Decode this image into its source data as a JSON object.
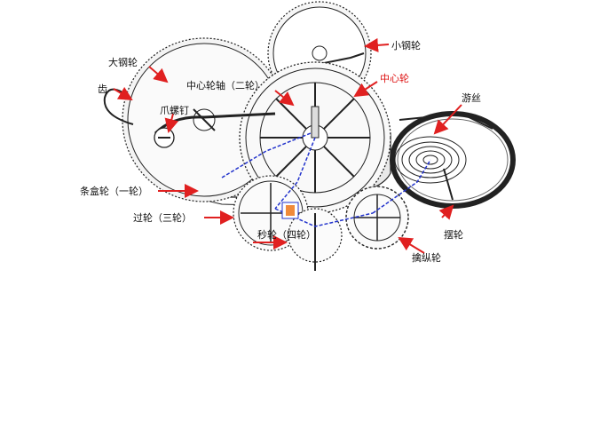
{
  "labels": {
    "small_steel_wheel": "小钢轮",
    "large_steel_wheel": "大钢轮",
    "teeth": "齿",
    "center_wheel_shaft": "中心轮轴（二轮）",
    "center_wheel": "中心轮",
    "hairspring": "游丝",
    "click_screw": "爪螺钉",
    "barrel_wheel": "条盒轮（一轮）",
    "third_wheel": "过轮（三轮）",
    "second_wheel_partial": "秒轮（四轮）",
    "balance_wheel": "摆轮",
    "escape_wheel": "擒纵轮"
  },
  "colors": {
    "arrow": "#e02020",
    "flow_line": "#2233cc",
    "highlight_text": "#d11111",
    "gear_stroke": "#222222"
  }
}
